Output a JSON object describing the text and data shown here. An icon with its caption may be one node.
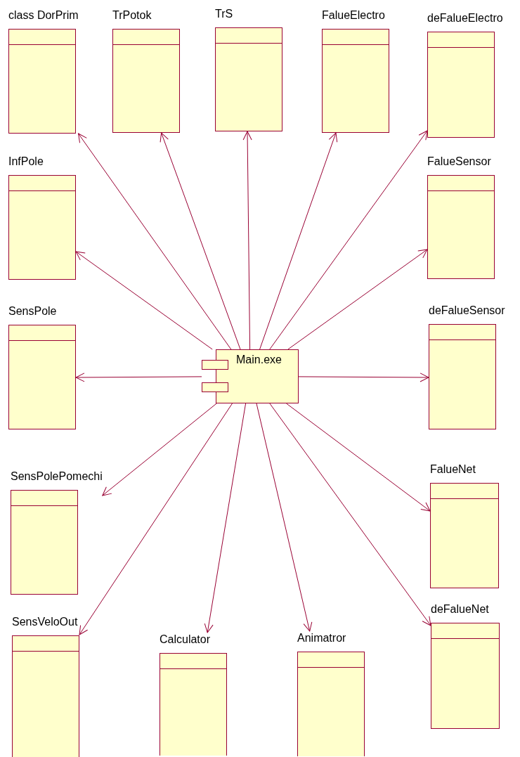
{
  "diagram": {
    "nodes": [
      {
        "text": [
          "class DorPrim"
        ]
      },
      {
        "text": [
          "TrPotok"
        ]
      },
      {
        "text": [
          "TrS"
        ]
      },
      {
        "text": [
          "FalueElectro"
        ]
      },
      {
        "text": [
          "deFalueElectro"
        ]
      },
      {
        "text": [
          "InfPole"
        ]
      },
      {
        "text": [
          "FalueSensor"
        ]
      },
      {
        "text": [
          "SensPole"
        ]
      },
      {
        "text": [
          "Main.exe"
        ]
      },
      {
        "text": [
          "deFalueSensor"
        ]
      },
      {
        "text": [
          "SensPolePomechi"
        ]
      },
      {
        "text": [
          "FalueNet"
        ]
      },
      {
        "text": [
          "SensVeloOut"
        ]
      },
      {
        "text": [
          "Calculator"
        ]
      },
      {
        "text": [
          "Animatror"
        ]
      },
      {
        "text": [
          "deFalueNet"
        ]
      }
    ],
    "edges": [
      {
        "from": 8,
        "to": 0,
        "arrow": "to"
      },
      {
        "from": 8,
        "to": 1,
        "arrow": "to"
      },
      {
        "from": 8,
        "to": 2,
        "arrow": "to"
      },
      {
        "from": 8,
        "to": 3,
        "arrow": "to"
      },
      {
        "from": 8,
        "to": 4,
        "arrow": "to"
      },
      {
        "from": 8,
        "to": 5,
        "arrow": "to"
      },
      {
        "from": 8,
        "to": 6,
        "arrow": "to"
      },
      {
        "from": 8,
        "to": 7,
        "arrow": "to"
      },
      {
        "from": 8,
        "to": 9,
        "arrow": "to"
      },
      {
        "from": 8,
        "to": 10,
        "arrow": "to"
      },
      {
        "from": 8,
        "to": 11,
        "arrow": "to"
      },
      {
        "from": 8,
        "to": 12,
        "arrow": "to"
      },
      {
        "from": 8,
        "to": 13,
        "arrow": "to"
      },
      {
        "from": 8,
        "to": 14,
        "arrow": "to"
      },
      {
        "from": 8,
        "to": 15,
        "arrow": "to"
      }
    ]
  }
}
